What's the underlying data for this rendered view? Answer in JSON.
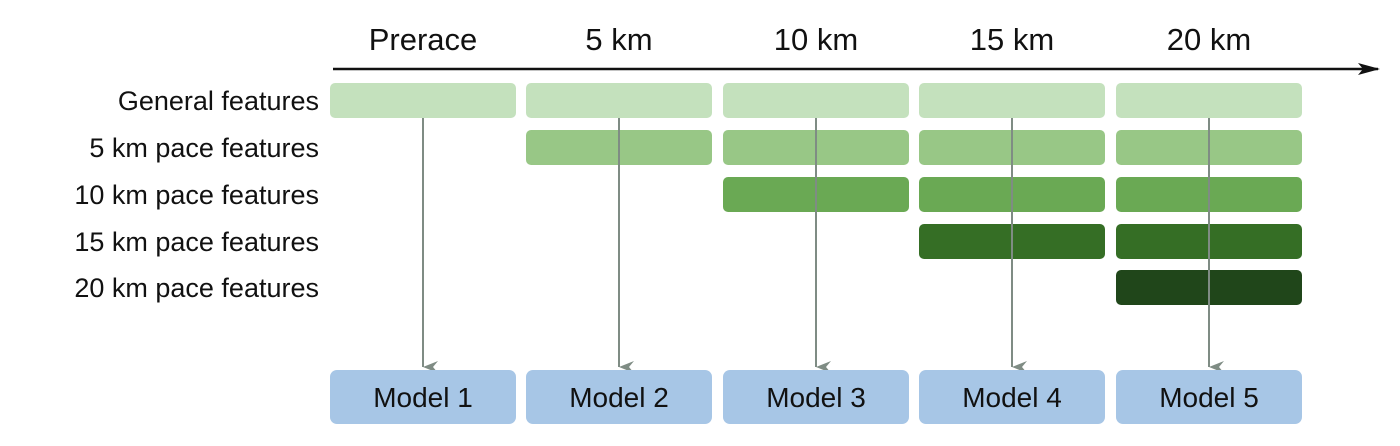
{
  "stages": [
    "Prerace",
    "5 km",
    "10 km",
    "15 km",
    "20 km"
  ],
  "feature_rows": [
    {
      "label": "General features",
      "first_stage": 0,
      "color": "#c4e1bd"
    },
    {
      "label": "5 km pace features",
      "first_stage": 1,
      "color": "#98c786"
    },
    {
      "label": "10 km pace features",
      "first_stage": 2,
      "color": "#6aa954"
    },
    {
      "label": "15 km pace features",
      "first_stage": 3,
      "color": "#356e25"
    },
    {
      "label": "20 km pace features",
      "first_stage": 4,
      "color": "#20461a"
    }
  ],
  "models": [
    "Model 1",
    "Model 2",
    "Model 3",
    "Model 4",
    "Model 5"
  ],
  "colors": {
    "timeline": "#111111",
    "connector": "#7f8c84",
    "model_fill": "#a7c6e6",
    "text": "#111111"
  }
}
